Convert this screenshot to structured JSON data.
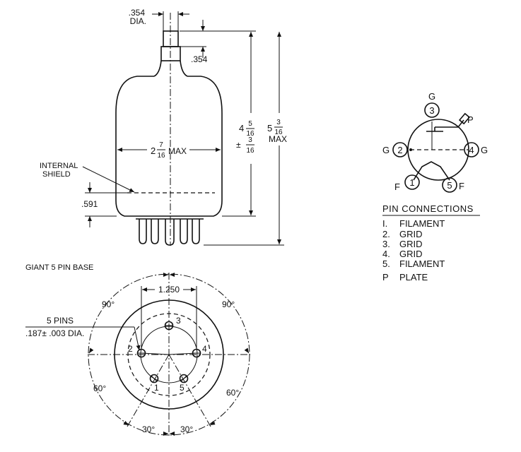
{
  "tube": {
    "cap_dia_value": ".354",
    "cap_dia_unit": "DIA.",
    "cap_height": ".354",
    "width_whole": "2",
    "width_num": "7",
    "width_den": "16",
    "width_suffix": "MAX",
    "height_whole": "4",
    "height_num": "5",
    "height_den": "16",
    "tol_sign": "±",
    "tol_num": "3",
    "tol_den": "16",
    "overall_whole": "5",
    "overall_num": "3",
    "overall_den": "16",
    "overall_suffix": "MAX",
    "shield_line1": "INTERNAL",
    "shield_line2": "SHIELD",
    "shield_dim": ".591"
  },
  "base": {
    "title": "GIANT 5 PIN BASE",
    "pin_spacing": "1.250",
    "pins_label": "5 PINS",
    "pins_dia": ".187± .003 DIA.",
    "angle_upper_left": "90°",
    "angle_upper_right": "90°",
    "angle_lower_left": "60°",
    "angle_lower_right": "60°",
    "angle_bottom_left": "30°",
    "angle_bottom_right": "30°",
    "pin_numbers": [
      "1",
      "2",
      "3",
      "4",
      "5"
    ]
  },
  "schematic": {
    "pin_tags": [
      "1",
      "2",
      "3",
      "4",
      "5"
    ],
    "labels": {
      "top": "G",
      "left": "G",
      "right": "G",
      "bottom_left": "F",
      "bottom_right": "F",
      "plate": "P"
    }
  },
  "pin_connections": {
    "title": "PIN CONNECTIONS",
    "items": [
      {
        "num": "I.",
        "name": "FILAMENT"
      },
      {
        "num": "2.",
        "name": "GRID"
      },
      {
        "num": "3.",
        "name": "GRID"
      },
      {
        "num": "4.",
        "name": "GRID"
      },
      {
        "num": "5.",
        "name": "FILAMENT"
      },
      {
        "num": "P",
        "name": "PLATE"
      }
    ]
  }
}
